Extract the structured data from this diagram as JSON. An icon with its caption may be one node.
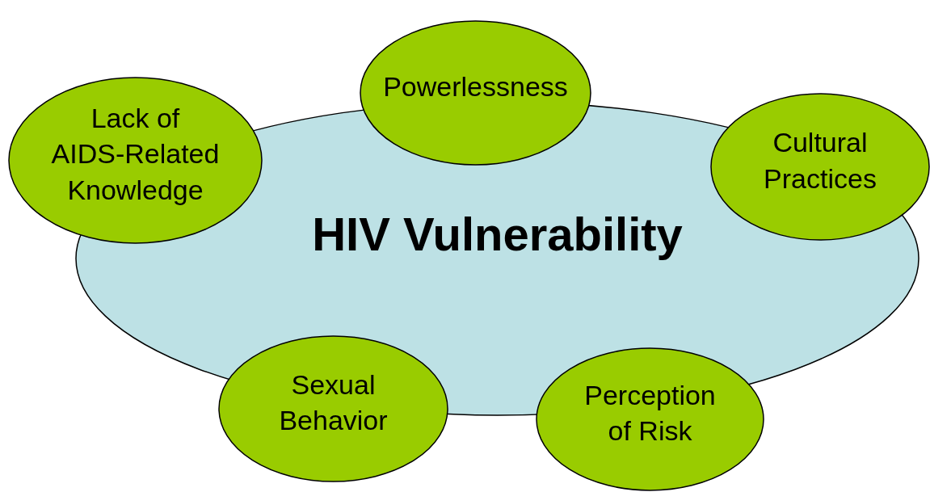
{
  "diagram": {
    "nodes": [
      {
        "text": [
          "Powerlessness"
        ]
      },
      {
        "text": [
          "Lack of AIDS-Related Knowledge"
        ]
      },
      {
        "text": [
          "Cultural Practices"
        ]
      },
      {
        "text": [
          "HIV Vulnerability"
        ]
      },
      {
        "text": [
          "Sexual Behavior"
        ]
      },
      {
        "text": [
          "Perception of Risk"
        ]
      }
    ]
  }
}
